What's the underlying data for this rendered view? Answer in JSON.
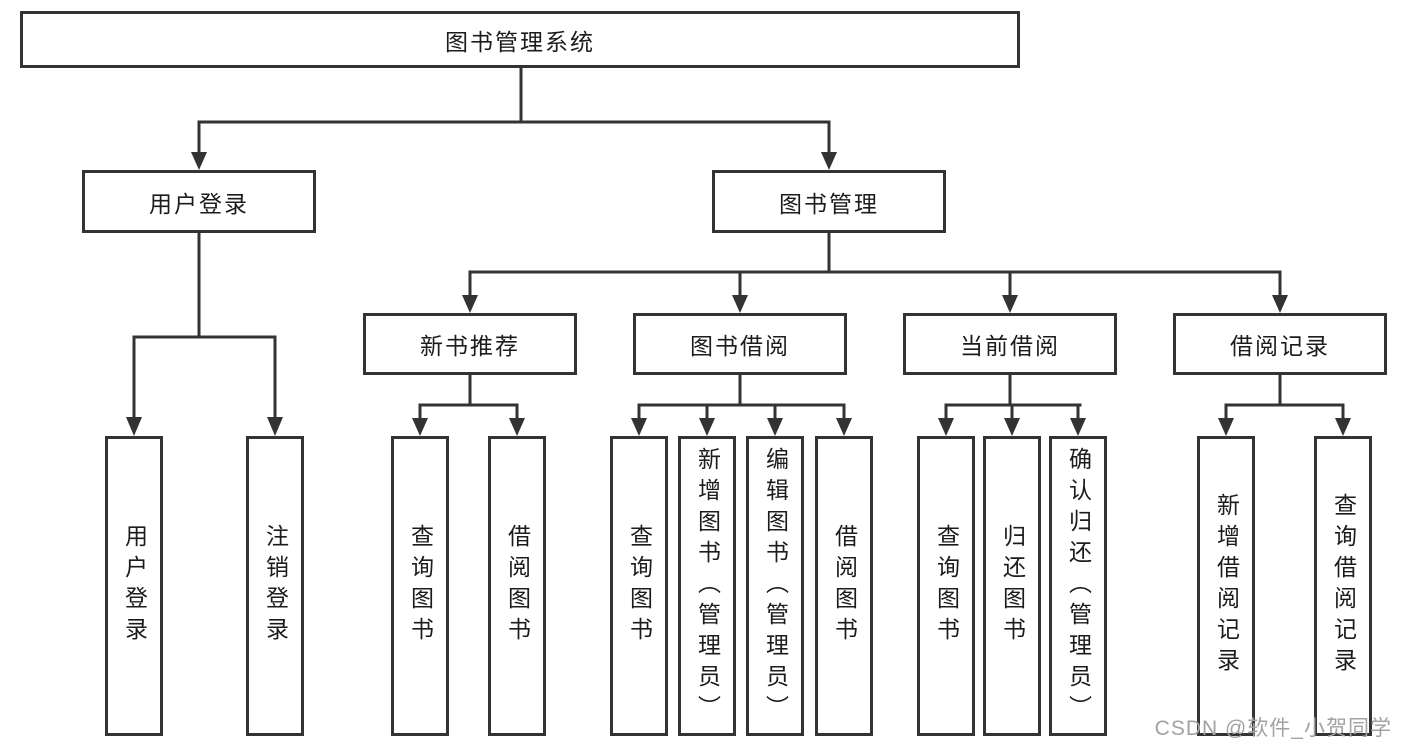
{
  "tree": {
    "root": {
      "label": "图书管理系统",
      "children": [
        {
          "label": "用户登录",
          "children": [
            {
              "label": "用户登录"
            },
            {
              "label": "注销登录"
            }
          ]
        },
        {
          "label": "图书管理",
          "children": [
            {
              "label": "新书推荐",
              "children": [
                {
                  "label": "查询图书"
                },
                {
                  "label": "借阅图书"
                }
              ]
            },
            {
              "label": "图书借阅",
              "children": [
                {
                  "label": "查询图书"
                },
                {
                  "label": "新增图书（管理员）"
                },
                {
                  "label": "编辑图书（管理员）"
                },
                {
                  "label": "借阅图书"
                }
              ]
            },
            {
              "label": "当前借阅",
              "children": [
                {
                  "label": "查询图书"
                },
                {
                  "label": "归还图书"
                },
                {
                  "label": "确认归还（管理员）"
                }
              ]
            },
            {
              "label": "借阅记录",
              "children": [
                {
                  "label": "新增借阅记录"
                },
                {
                  "label": "查询借阅记录"
                }
              ]
            }
          ]
        }
      ]
    }
  },
  "watermark": {
    "text": "CSDN @软件_小贺同学"
  },
  "colors": {
    "line": "#333333",
    "box_border": "#333333",
    "text": "#1c1c1c",
    "watermark": "#a2a2a2",
    "background": "#ffffff"
  }
}
